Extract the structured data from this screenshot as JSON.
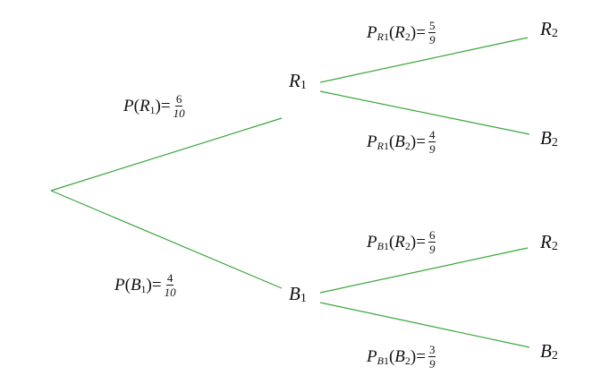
{
  "colors": {
    "edge": "#3aa63a",
    "text": "#111111"
  },
  "nodes": {
    "r1": {
      "letter": "R",
      "sub": "1"
    },
    "b1": {
      "letter": "B",
      "sub": "1"
    },
    "r1_r2": {
      "letter": "R",
      "sub": "2"
    },
    "r1_b2": {
      "letter": "B",
      "sub": "2"
    },
    "b1_r2": {
      "letter": "R",
      "sub": "2"
    },
    "b1_b2": {
      "letter": "B",
      "sub": "2"
    }
  },
  "labels": [
    {
      "id": "p-r1",
      "p": "P",
      "given": "",
      "given_sub": "",
      "open": "(",
      "event": "R",
      "event_sub": "1",
      "close": ")",
      "eq": "=",
      "num": "6",
      "den": "10"
    },
    {
      "id": "p-b1",
      "p": "P",
      "given": "",
      "given_sub": "",
      "open": "(",
      "event": "B",
      "event_sub": "1",
      "close": ")",
      "eq": "=",
      "num": "4",
      "den": "10"
    },
    {
      "id": "p-r1-r2",
      "p": "P",
      "given": "R",
      "given_sub": "1",
      "open": "(",
      "event": "R",
      "event_sub": "2",
      "close": ")",
      "eq": "=",
      "num": "5",
      "den": "9"
    },
    {
      "id": "p-r1-b2",
      "p": "P",
      "given": "R",
      "given_sub": "1",
      "open": "(",
      "event": "B",
      "event_sub": "2",
      "close": ")",
      "eq": "=",
      "num": "4",
      "den": "9"
    },
    {
      "id": "p-b1-r2",
      "p": "P",
      "given": "B",
      "given_sub": "1",
      "open": "(",
      "event": "R",
      "event_sub": "2",
      "close": ")",
      "eq": "=",
      "num": "6",
      "den": "9"
    },
    {
      "id": "p-b1-b2",
      "p": "P",
      "given": "B",
      "given_sub": "1",
      "open": "(",
      "event": "B",
      "event_sub": "2",
      "close": ")",
      "eq": "=",
      "num": "3",
      "den": "9"
    }
  ]
}
